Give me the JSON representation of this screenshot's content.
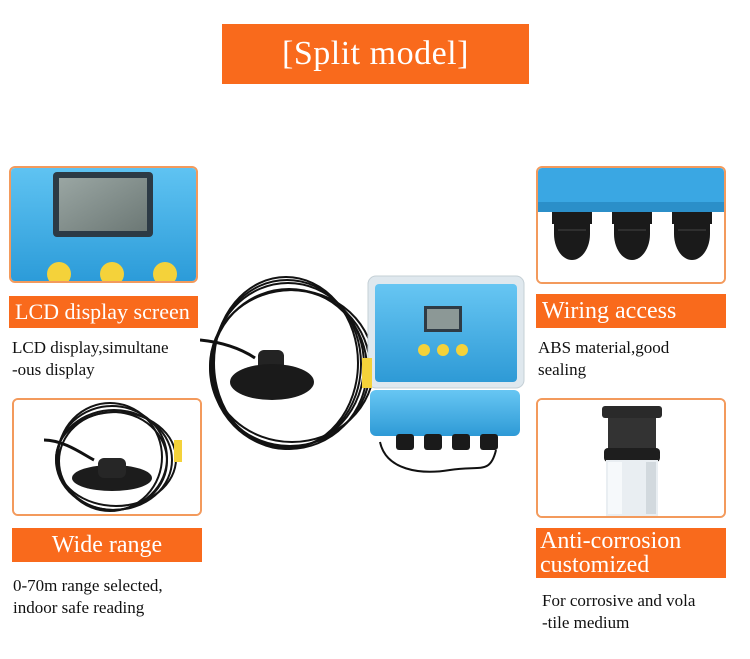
{
  "title": "[Split model]",
  "features": {
    "lcd": {
      "label": "LCD display screen",
      "caption_line1": "LCD display,simultane",
      "caption_line2": "-ous display"
    },
    "wiring": {
      "label": "Wiring access",
      "caption_line1": "ABS material,good",
      "caption_line2": "sealing"
    },
    "range": {
      "label": "Wide range",
      "caption_line1": "0-70m range selected,",
      "caption_line2": "indoor safe reading"
    },
    "corrosion": {
      "label_line1": "Anti-corrosion",
      "label_line2": "customized",
      "caption_line1": "For corrosive and vola",
      "caption_line2": "-tile medium"
    }
  },
  "colors": {
    "accent_orange": "#f96a1c",
    "device_blue": "#3aa7e3",
    "button_yellow": "#f4d23a"
  },
  "icons": [
    "lcd-screen-photo",
    "cable-gland-photo",
    "sensor-probe-photo",
    "ptfe-probe-photo",
    "meter-device-photo"
  ]
}
